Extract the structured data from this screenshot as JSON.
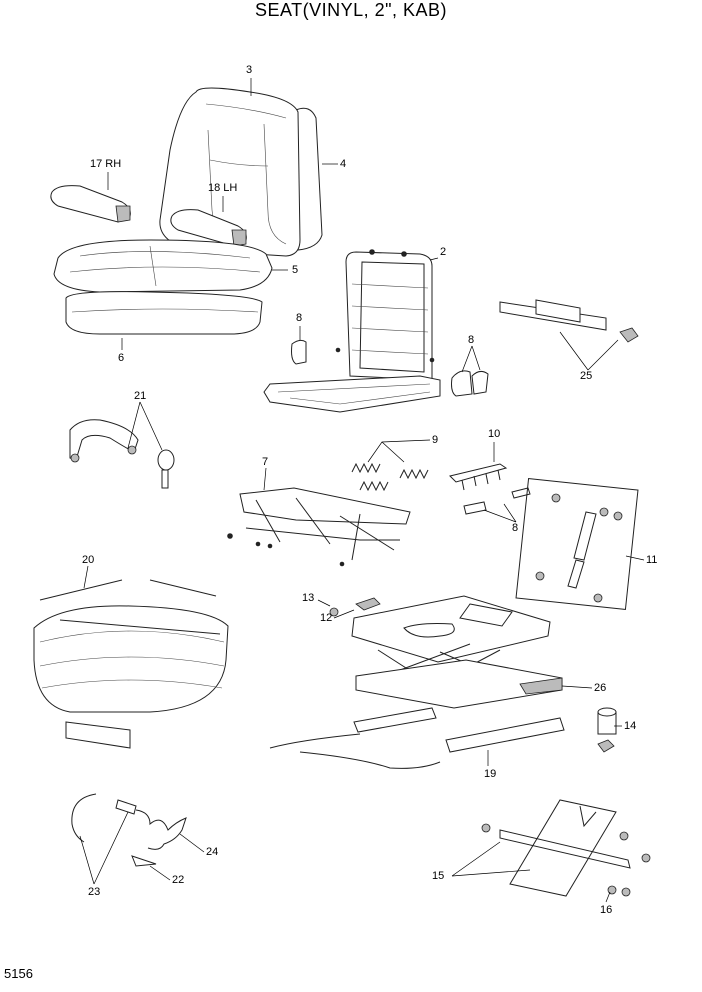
{
  "title": "SEAT(VINYL, 2\", KAB)",
  "page_number": "5156",
  "callouts": {
    "c3": "3",
    "c4": "4",
    "c17": "17 RH",
    "c18": "18 LH",
    "c5": "5",
    "c6": "6",
    "c2": "2",
    "c8a": "8",
    "c8b": "8",
    "c25": "25",
    "c21": "21",
    "c9": "9",
    "c10": "10",
    "c7": "7",
    "c8c": "8",
    "c11": "11",
    "c20": "20",
    "c13": "13",
    "c12": "12",
    "c26": "26",
    "c14": "14",
    "c19": "19",
    "c24": "24",
    "c23": "23",
    "c22": "22",
    "c15": "15",
    "c16": "16"
  }
}
